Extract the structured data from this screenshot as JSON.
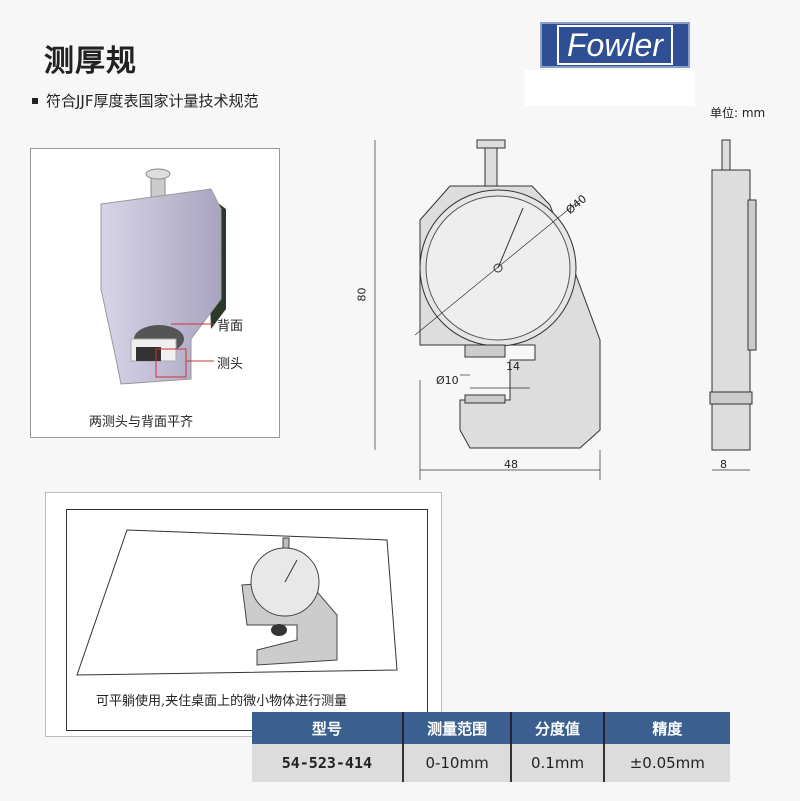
{
  "header": {
    "title": "测厚规",
    "bullet": "符合JJF厚度表国家计量技术规范",
    "logo": "Fowler",
    "unit": "单位: mm"
  },
  "photo": {
    "label_back": "背面",
    "label_head": "测头",
    "caption": "两测头与背面平齐"
  },
  "drawing": {
    "dim_height": "80",
    "dim_width": "48",
    "dim_dial": "Ø40",
    "dim_anvil": "Ø10",
    "dim_depth": "14",
    "dim_thickness": "8"
  },
  "usage": {
    "caption": "可平躺使用,夹住桌面上的微小物体进行测量"
  },
  "table": {
    "headers": [
      "型号",
      "测量范围",
      "分度值",
      "精度"
    ],
    "rows": [
      [
        "54-523-414",
        "0-10mm",
        "0.1mm",
        "±0.05mm"
      ]
    ]
  }
}
